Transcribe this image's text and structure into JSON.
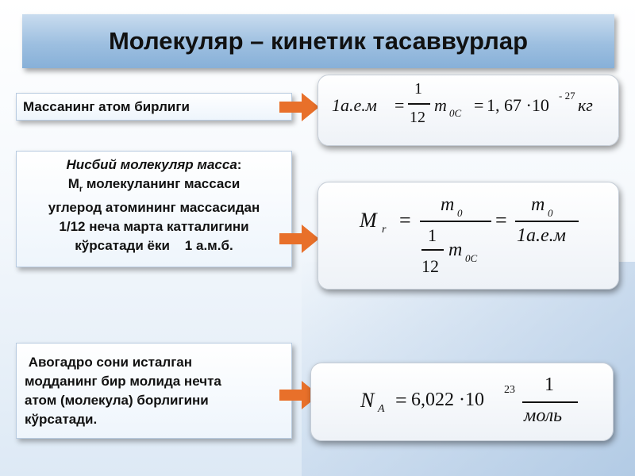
{
  "slide": {
    "title": "Молекуляр – кинетик тасаввурлар"
  },
  "blocks": {
    "amu_label": "Массанинг атом бирлиги",
    "relative_mass": {
      "heading": "Нисбий молекуляр масса",
      "colon": ":",
      "symbol_main": "M",
      "symbol_sub": "r",
      "line1_rest": " молекуланинг массаси",
      "line2": "углерод атомининг массасидан",
      "line3": "1/12 неча марта катталигини",
      "line4": "кўрсатади ёки    1 а.м.б."
    },
    "avogadro": {
      "line1": " Авогадро сони исталган",
      "line2": "модданинг бир молида нечта",
      "line3": "атом (молекула) борлигини",
      "line4": "кўрсатади."
    }
  },
  "formulas": {
    "amu": {
      "lhs": "1а.е.м",
      "eq1": "=",
      "num": "1",
      "den": "12",
      "m": "m",
      "m_sub": "0C",
      "eq2": "=",
      "value": "1, 67 ·10",
      "exp": "- 27",
      "unit": "кг"
    },
    "mr": {
      "lhs": "M",
      "lhs_sub": "r",
      "eq1": "=",
      "num1": "m",
      "num1_sub": "0",
      "inner_num": "1",
      "inner_den": "12",
      "den_m": "m",
      "den_m_sub": "0C",
      "eq2": "=",
      "num2": "m",
      "num2_sub": "0",
      "den2": "1а.е.м"
    },
    "na": {
      "lhs": "N",
      "lhs_sub": "A",
      "eq": "=",
      "value": "6,022 ·10",
      "exp": "23",
      "num": "1",
      "den": "моль"
    }
  },
  "colors": {
    "arrow": "#e8702a",
    "title_bar": "#9dbfe0"
  }
}
